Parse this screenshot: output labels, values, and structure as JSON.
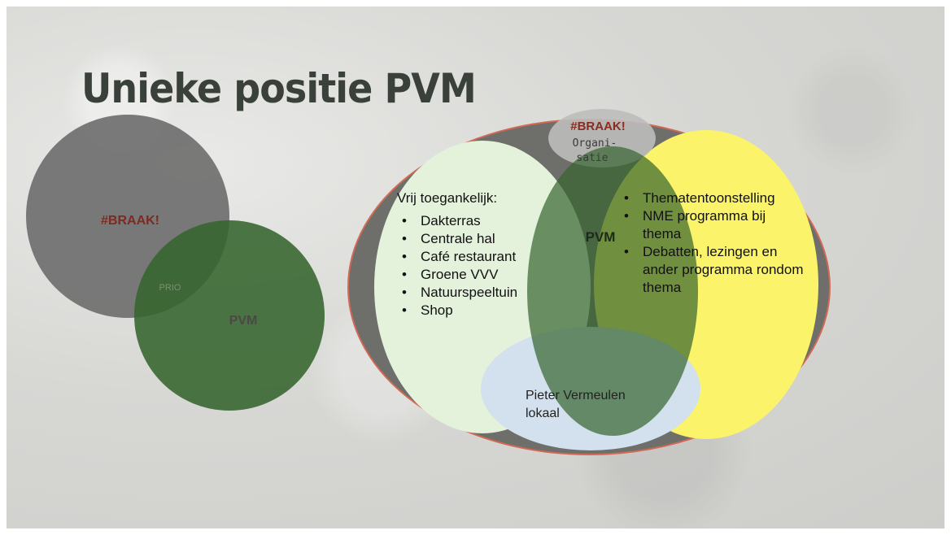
{
  "slide": {
    "title": "Unieke positie PVM"
  },
  "left_diagram": {
    "circle_gray_label": "#BRAAK!",
    "circle_green_label": "PVM",
    "overlap_label": "PRIO"
  },
  "right_diagram": {
    "top_label_brand": "#BRAAK!",
    "top_label_sub_1": "Organi-",
    "top_label_sub_2": "satie",
    "center_label": "PVM",
    "left_heading": "Vrij toegankelijk:",
    "left_items": [
      "Dakterras",
      "Centrale hal",
      "Café restaurant",
      "Groene VVV",
      "Natuurspeeltuin",
      "Shop"
    ],
    "right_items": [
      "Thematentoonstelling",
      "NME programma bij thema",
      "Debatten, lezingen en ander programma rondom thema"
    ],
    "bottom_label_1": "Pieter Vermeulen",
    "bottom_label_2": "lokaal"
  },
  "colors": {
    "brand_red": "#c0392b",
    "dark_green": "#35642d",
    "gray_circle": "#6f6f6f",
    "light_green": "#e4f2dc",
    "yellow": "#fbf46a",
    "light_blue": "#d3e1ee",
    "outer_gray": "#6e6e6a"
  }
}
